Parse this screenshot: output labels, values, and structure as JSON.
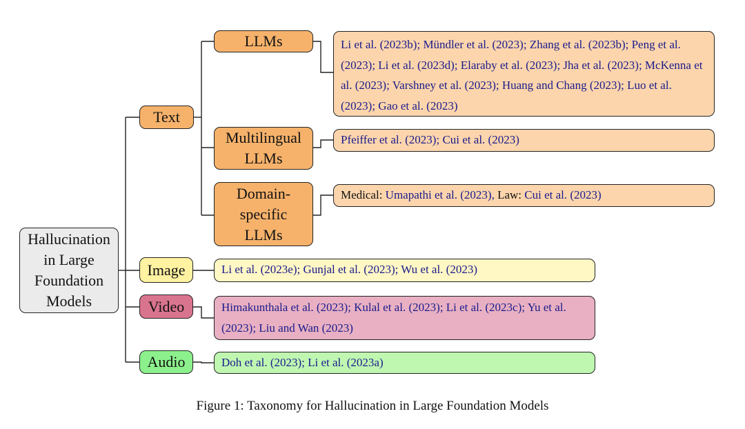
{
  "colors": {
    "root": "#ebebeb",
    "text": "#f6b26b",
    "text_leaf": "#fcd5ac",
    "image": "#fff2a1",
    "image_leaf": "#fff7c4",
    "video": "#d9748f",
    "video_leaf": "#e8b0c2",
    "audio": "#8cf08c",
    "audio_leaf": "#bff7b1"
  },
  "root": {
    "label": "Hallucination in Large Foundation Models"
  },
  "categories": {
    "text": {
      "label": "Text",
      "subcategories": {
        "llms": {
          "label": "LLMs",
          "refs": "Li et al. (2023b); Mündler et al. (2023); Zhang et al. (2023b); Peng et al. (2023); Li et al. (2023d); Elaraby et al. (2023); Jha et al. (2023); McKenna et al. (2023); Varshney et al. (2023); Huang and Chang (2023); Luo et al. (2023); Gao et al. (2023)"
        },
        "multilingual": {
          "label": "Multilingual LLMs",
          "refs": "Pfeiffer et al. (2023); Cui et al. (2023)"
        },
        "domain": {
          "label": "Domain-specific LLMs",
          "medical_label": "Medical:",
          "medical_refs": "Umapathi et al. (2023),",
          "law_label": "Law:",
          "law_refs": "Cui et al. (2023)"
        }
      }
    },
    "image": {
      "label": "Image",
      "refs": "Li et al. (2023e); Gunjal et al. (2023); Wu et al. (2023)"
    },
    "video": {
      "label": "Video",
      "refs": "Himakunthala et al. (2023); Kulal et al. (2023); Li et al. (2023c); Yu et al. (2023); Liu and Wan (2023)"
    },
    "audio": {
      "label": "Audio",
      "refs": "Doh et al. (2023); Li et al. (2023a)"
    }
  },
  "caption": "Figure 1: Taxonomy for Hallucination in Large Foundation Models"
}
